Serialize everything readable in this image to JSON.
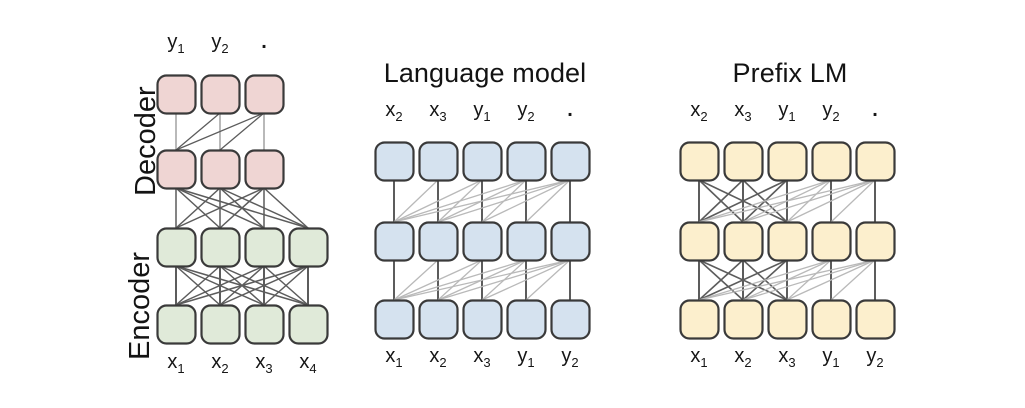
{
  "figure": {
    "kind": "diagram",
    "description": "Schematic of transformer attention mask patterns",
    "background": "#ffffff"
  },
  "colors": {
    "encoder_fill": "#E0EAD9",
    "decoder_fill": "#EFD5D3",
    "lm_fill": "#D5E2EF",
    "prefix_fill": "#FCEFCD",
    "block_stroke": "#3A3A3A",
    "edge_dark": "#5C5C5C",
    "edge_light": "#B9B9B9",
    "text": "#131313"
  },
  "panels": [
    {
      "id": "encoder-decoder",
      "title": "",
      "side_labels": [
        {
          "id": "decoder",
          "text": "Decoder"
        },
        {
          "id": "encoder",
          "text": "Encoder"
        }
      ],
      "top_tokens": [
        {
          "base": "y",
          "sub": "1"
        },
        {
          "base": "y",
          "sub": "2"
        },
        {
          "base": ".",
          "sub": ""
        }
      ],
      "bottom_tokens": [
        {
          "base": "x",
          "sub": "1"
        },
        {
          "base": "x",
          "sub": "2"
        },
        {
          "base": "x",
          "sub": "3"
        },
        {
          "base": "x",
          "sub": "4"
        }
      ],
      "rows": [
        {
          "id": "decoder-top",
          "cols": 3,
          "fill": "decoder_fill"
        },
        {
          "id": "decoder-bottom",
          "cols": 3,
          "fill": "decoder_fill"
        },
        {
          "id": "encoder-top",
          "cols": 4,
          "fill": "encoder_fill"
        },
        {
          "id": "encoder-bottom",
          "cols": 4,
          "fill": "encoder_fill"
        }
      ]
    },
    {
      "id": "language-model",
      "title": "Language model",
      "side_labels": [],
      "top_tokens": [
        {
          "base": "x",
          "sub": "2"
        },
        {
          "base": "x",
          "sub": "3"
        },
        {
          "base": "y",
          "sub": "1"
        },
        {
          "base": "y",
          "sub": "2"
        },
        {
          "base": ".",
          "sub": ""
        }
      ],
      "bottom_tokens": [
        {
          "base": "x",
          "sub": "1"
        },
        {
          "base": "x",
          "sub": "2"
        },
        {
          "base": "x",
          "sub": "3"
        },
        {
          "base": "y",
          "sub": "1"
        },
        {
          "base": "y",
          "sub": "2"
        }
      ],
      "rows": [
        {
          "id": "lm-row-3",
          "cols": 5,
          "fill": "lm_fill"
        },
        {
          "id": "lm-row-2",
          "cols": 5,
          "fill": "lm_fill"
        },
        {
          "id": "lm-row-1",
          "cols": 5,
          "fill": "lm_fill"
        }
      ],
      "mask": "causal",
      "prefix_length": 0
    },
    {
      "id": "prefix-lm",
      "title": "Prefix LM",
      "side_labels": [],
      "top_tokens": [
        {
          "base": "x",
          "sub": "2"
        },
        {
          "base": "x",
          "sub": "3"
        },
        {
          "base": "y",
          "sub": "1"
        },
        {
          "base": "y",
          "sub": "2"
        },
        {
          "base": ".",
          "sub": ""
        }
      ],
      "bottom_tokens": [
        {
          "base": "x",
          "sub": "1"
        },
        {
          "base": "x",
          "sub": "2"
        },
        {
          "base": "x",
          "sub": "3"
        },
        {
          "base": "y",
          "sub": "1"
        },
        {
          "base": "y",
          "sub": "2"
        }
      ],
      "rows": [
        {
          "id": "prefix-row-3",
          "cols": 5,
          "fill": "prefix_fill"
        },
        {
          "id": "prefix-row-2",
          "cols": 5,
          "fill": "prefix_fill"
        },
        {
          "id": "prefix-row-1",
          "cols": 5,
          "fill": "prefix_fill"
        }
      ],
      "mask": "prefix-causal",
      "prefix_length": 3
    }
  ]
}
